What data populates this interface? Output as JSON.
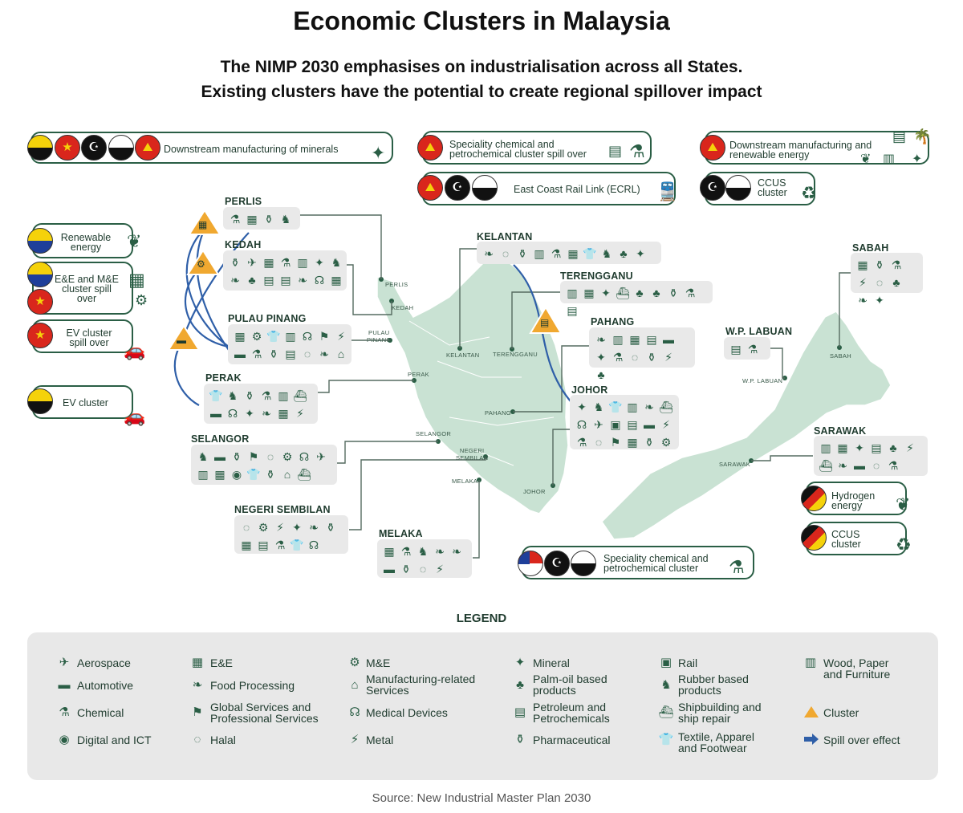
{
  "title": "Economic Clusters in Malaysia",
  "subtitle": {
    "line1": "The NIMP 2030 emphasises on industrialisation across all States.",
    "line2": "Existing clusters have the potential to create regional spillover impact"
  },
  "callouts": {
    "minerals": "Downstream manufacturing of minerals",
    "speciality_spill": "Speciality chemical and petrochemical cluster spill over",
    "ecrl": "East Coast Rail Link (ECRL)",
    "downstream_re": "Downstream manufacturing and renewable energy",
    "ccus_top": "CCUS cluster",
    "renewable": "Renewable energy",
    "ee_me": "E&E and M&E cluster spill over",
    "ev_spill": "EV cluster spill over",
    "ev": "EV cluster",
    "hydrogen": "Hydrogen energy",
    "ccus_sarawak": "CCUS cluster",
    "speciality": "Speciality chemical and petrochemical cluster"
  },
  "states": {
    "perlis": "PERLIS",
    "kedah": "KEDAH",
    "pulau_pinang": "PULAU PINANG",
    "perak": "PERAK",
    "selangor": "SELANGOR",
    "negeri_sembilan": "NEGERI SEMBILAN",
    "melaka": "MELAKA",
    "kelantan": "KELANTAN",
    "terengganu": "TERENGGANU",
    "pahang": "PAHANG",
    "johor": "JOHOR",
    "sabah": "SABAH",
    "wp_labuan": "W.P. LABUAN",
    "sarawak": "SARAWAK"
  },
  "map_labels": {
    "perlis": "PERLIS",
    "kedah": "KEDAH",
    "pulau_pinang_1": "PULAU",
    "pulau_pinang_2": "PINANG",
    "perak": "PERAK",
    "selangor": "SELANGOR",
    "negeri_sembilan_1": "NEGERI",
    "negeri_sembilan_2": "SEMBILAN",
    "melaka": "MELAKA",
    "kelantan": "KELANTAN",
    "terengganu": "TERENGGANU",
    "pahang": "PAHANG",
    "johor": "JOHOR",
    "sabah": "SABAH",
    "wp_labuan": "W.P. LABUAN",
    "sarawak": "SARAWAK"
  },
  "legend": {
    "title": "LEGEND",
    "items": {
      "aerospace": "Aerospace",
      "automotive": "Automotive",
      "chemical": "Chemical",
      "digital": "Digital and ICT",
      "ee": "E&E",
      "food": "Food Processing",
      "global_1": "Global Services and",
      "global_2": "Professional Services",
      "halal": "Halal",
      "me": "M&E",
      "mfg_1": "Manufacturing-related",
      "mfg_2": "Services",
      "medical": "Medical Devices",
      "metal": "Metal",
      "mineral": "Mineral",
      "palm_1": "Palm-oil based",
      "palm_2": "products",
      "petro_1": "Petroleum and",
      "petro_2": "Petrochemicals",
      "pharma": "Pharmaceutical",
      "rail": "Rail",
      "rubber_1": "Rubber based",
      "rubber_2": "products",
      "ship_1": "Shipbuilding and",
      "ship_2": "ship repair",
      "textile_1": "Textile, Apparel",
      "textile_2": "and Footwear",
      "wood_1": "Wood, Paper",
      "wood_2": "and Furniture",
      "cluster": "Cluster",
      "spill": "Spill over effect"
    }
  },
  "source": "Source: New Industrial Master Plan 2030",
  "colors": {
    "brand_green": "#2a5e45",
    "map_fill": "#c9e2d3",
    "cluster_orange": "#f0a830",
    "spill_blue": "#2f5fa8",
    "panel_grey": "#e9e9e9"
  }
}
